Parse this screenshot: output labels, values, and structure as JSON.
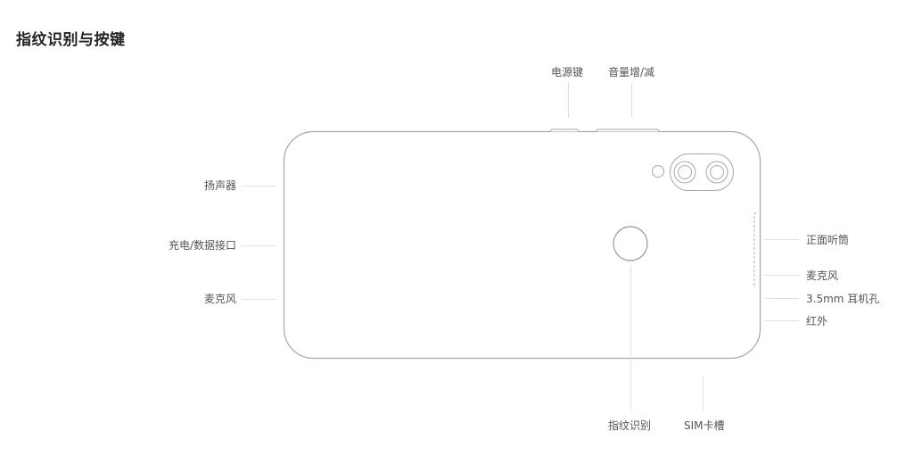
{
  "title": "指纹识别与按键",
  "diagram": {
    "subject": "phone-back-view",
    "colors": {
      "outline": "#a8a8a8",
      "leader_line": "#dddddd",
      "label_text": "#555555",
      "title_text": "#222222"
    },
    "labels": {
      "top": [
        {
          "id": "power-key",
          "text": "电源键"
        },
        {
          "id": "volume-key",
          "text": "音量增/减"
        }
      ],
      "left": [
        {
          "id": "speaker",
          "text": "扬声器"
        },
        {
          "id": "charging-port",
          "text": "充电/数据接口"
        },
        {
          "id": "microphone-bottom",
          "text": "麦克风"
        }
      ],
      "right": [
        {
          "id": "earpiece",
          "text": "正面听筒"
        },
        {
          "id": "microphone-top",
          "text": "麦克风"
        },
        {
          "id": "headphone-jack",
          "text": "3.5mm 耳机孔"
        },
        {
          "id": "infrared",
          "text": "红外"
        }
      ],
      "bottom": [
        {
          "id": "fingerprint",
          "text": "指纹识别"
        },
        {
          "id": "sim-slot",
          "text": "SIM卡槽"
        }
      ]
    }
  }
}
